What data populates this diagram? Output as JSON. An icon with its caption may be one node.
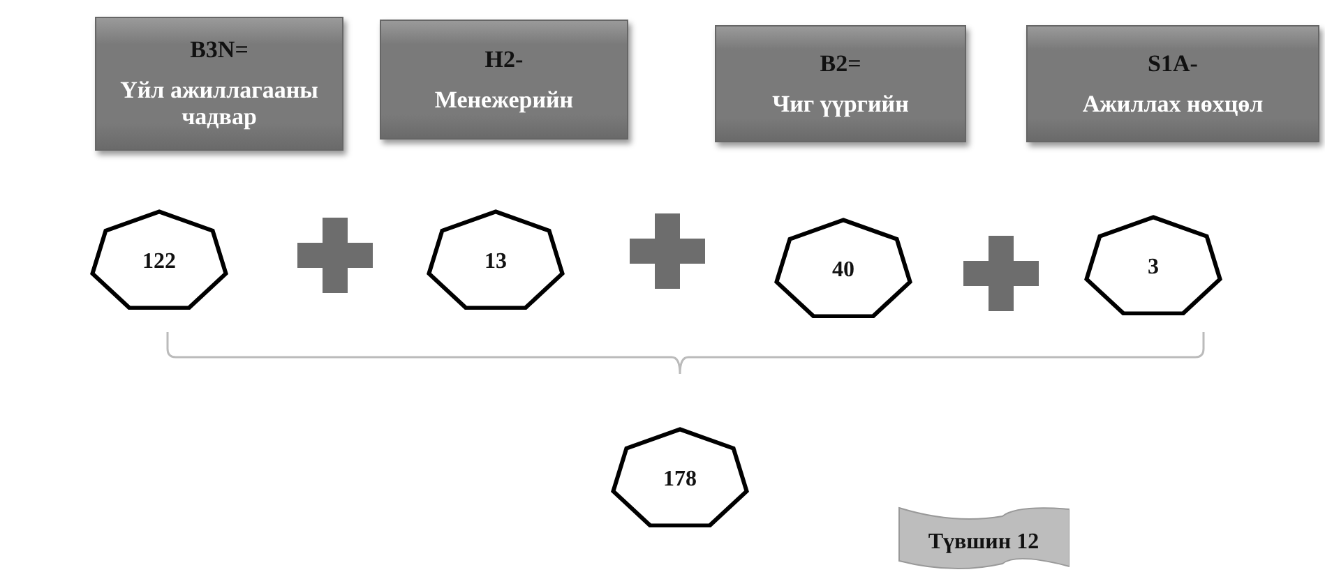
{
  "diagram": {
    "nodes": [
      {
        "text": [
          "B3N=",
          "Үйл ажиллагааны чадвар"
        ]
      },
      {
        "text": [
          "H2-",
          "Менежерийн"
        ]
      },
      {
        "text": [
          "B2=",
          "Чиг үүргийн"
        ]
      },
      {
        "text": [
          "S1A-",
          "Ажиллах нөхцөл"
        ]
      },
      {
        "text": [
          "122"
        ]
      },
      {
        "text": [
          "13"
        ]
      },
      {
        "text": [
          "40"
        ]
      },
      {
        "text": [
          "3"
        ]
      },
      {
        "text": [
          "178"
        ]
      },
      {
        "text": [
          "Түвшин 12"
        ]
      }
    ]
  }
}
